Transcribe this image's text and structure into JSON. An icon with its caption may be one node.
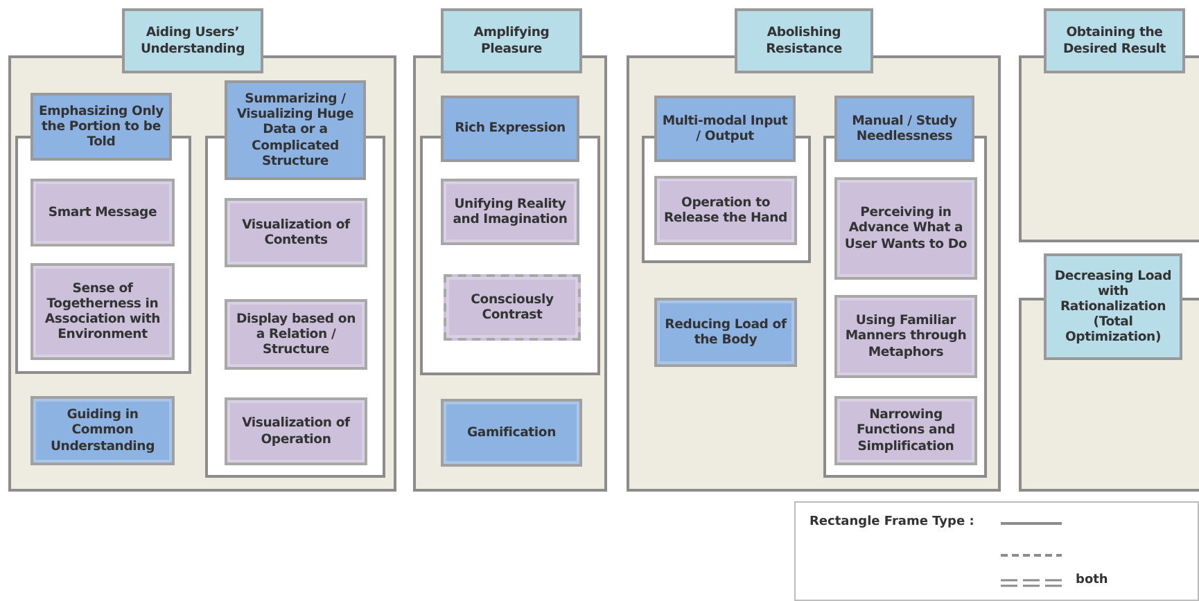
{
  "diagram": {
    "nodes": [
      {
        "text": [
          "Aiding Users’ Understanding"
        ]
      },
      {
        "text": [
          "Emphasizing Only the Portion to be Told"
        ],
        "in": 0
      },
      {
        "text": [
          "Smart Message"
        ],
        "in": 1
      },
      {
        "text": [
          "Sense of Togetherness in Association with Environment"
        ],
        "in": 1
      },
      {
        "text": [
          "Guiding in Common Understanding"
        ],
        "in": 0
      },
      {
        "text": [
          "Summarizing / Visualizing Huge Data or a Complicated Structure"
        ],
        "in": 0
      },
      {
        "text": [
          "Visualization of Contents"
        ],
        "in": 5
      },
      {
        "text": [
          "Display based on a Relation / Structure"
        ],
        "in": 5
      },
      {
        "text": [
          "Visualization of Operation"
        ],
        "in": 5
      },
      {
        "text": [
          "Amplifying Pleasure"
        ]
      },
      {
        "text": [
          "Rich Expression"
        ],
        "in": 9
      },
      {
        "text": [
          "Unifying Reality and Imagination"
        ],
        "in": 10
      },
      {
        "text": [
          "Consciously Contrast"
        ],
        "in": 10
      },
      {
        "text": [
          "Gamification"
        ],
        "in": 9
      },
      {
        "text": [
          "Abolishing Resistance"
        ]
      },
      {
        "text": [
          "Multi-modal Input / Output"
        ],
        "in": 14
      },
      {
        "text": [
          "Operation to Release the Hand"
        ],
        "in": 15
      },
      {
        "text": [
          "Reducing Load of the Body"
        ],
        "in": 14
      },
      {
        "text": [
          "Manual / Study Needlessness"
        ],
        "in": 14
      },
      {
        "text": [
          "Perceiving in Advance What a User Wants to Do"
        ],
        "in": 18
      },
      {
        "text": [
          "Using Familiar Manners through Metaphors"
        ],
        "in": 18
      },
      {
        "text": [
          "Narrowing Functions and Simplification"
        ],
        "in": 18
      },
      {
        "text": [
          "Obtaining the Desired Result"
        ]
      },
      {
        "text": [
          "Decreasing Load with Rationalization (Total Optimization)"
        ]
      }
    ],
    "edges": [],
    "labels": [
      "Rectangle Frame Type :"
    ],
    "legend": [
      {
        "text": "both"
      }
    ]
  }
}
